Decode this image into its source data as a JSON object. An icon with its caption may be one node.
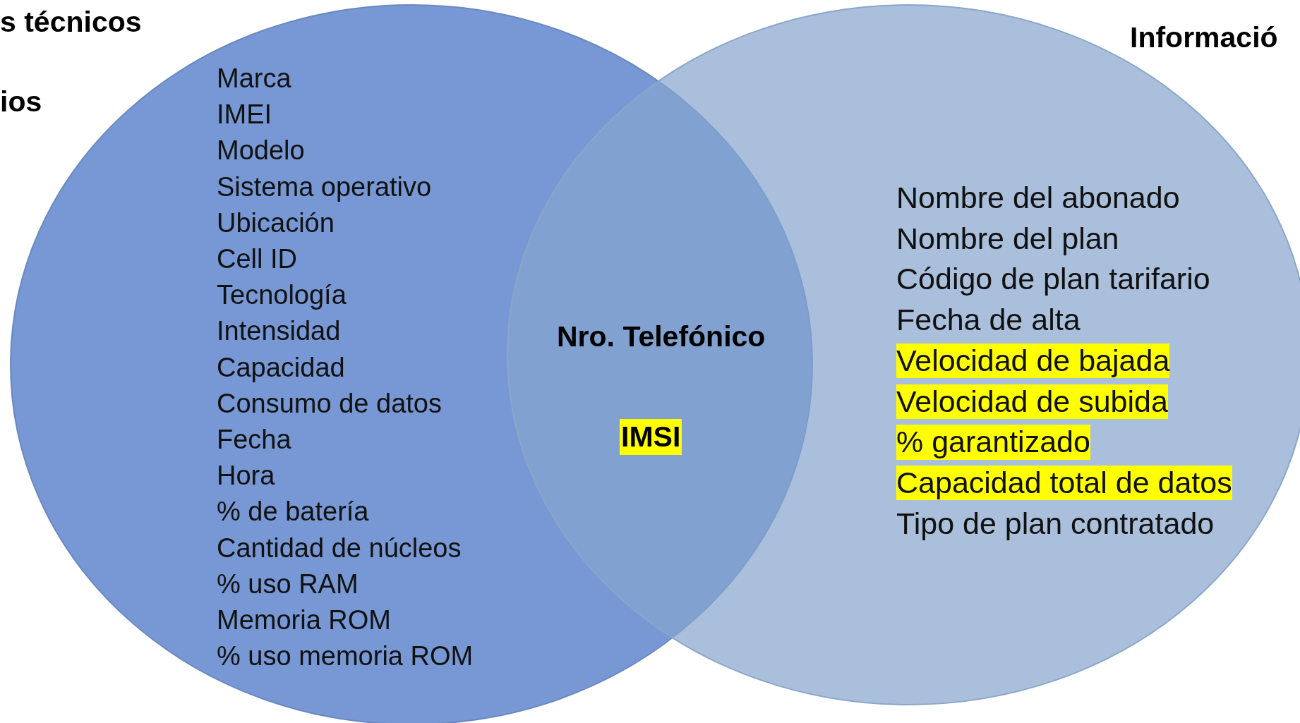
{
  "diagram": {
    "nodes": [
      {
        "text": [
          "Marca",
          "IMEI",
          "Modelo",
          "Sistema operativo",
          "Ubicación",
          "Cell ID",
          "Tecnología",
          "Intensidad",
          "Capacidad",
          "Consumo de datos",
          "Fecha",
          "Hora",
          "% de batería",
          "Cantidad de núcleos",
          "% uso RAM",
          "Memoria ROM",
          "% uso memoria ROM"
        ]
      },
      {
        "text": [
          "Nombre del abonado",
          "Nombre del plan",
          "Código de plan tarifario",
          "Fecha de alta",
          "Velocidad de bajada",
          "Velocidad de subida",
          "% garantizado",
          "Capacidad total de datos",
          "Tipo de plan contratado"
        ]
      }
    ],
    "edges": [],
    "labels": [
      "s técnicos",
      "ios",
      "Informació",
      "Nro. Telefónico",
      "IMSI"
    ]
  }
}
